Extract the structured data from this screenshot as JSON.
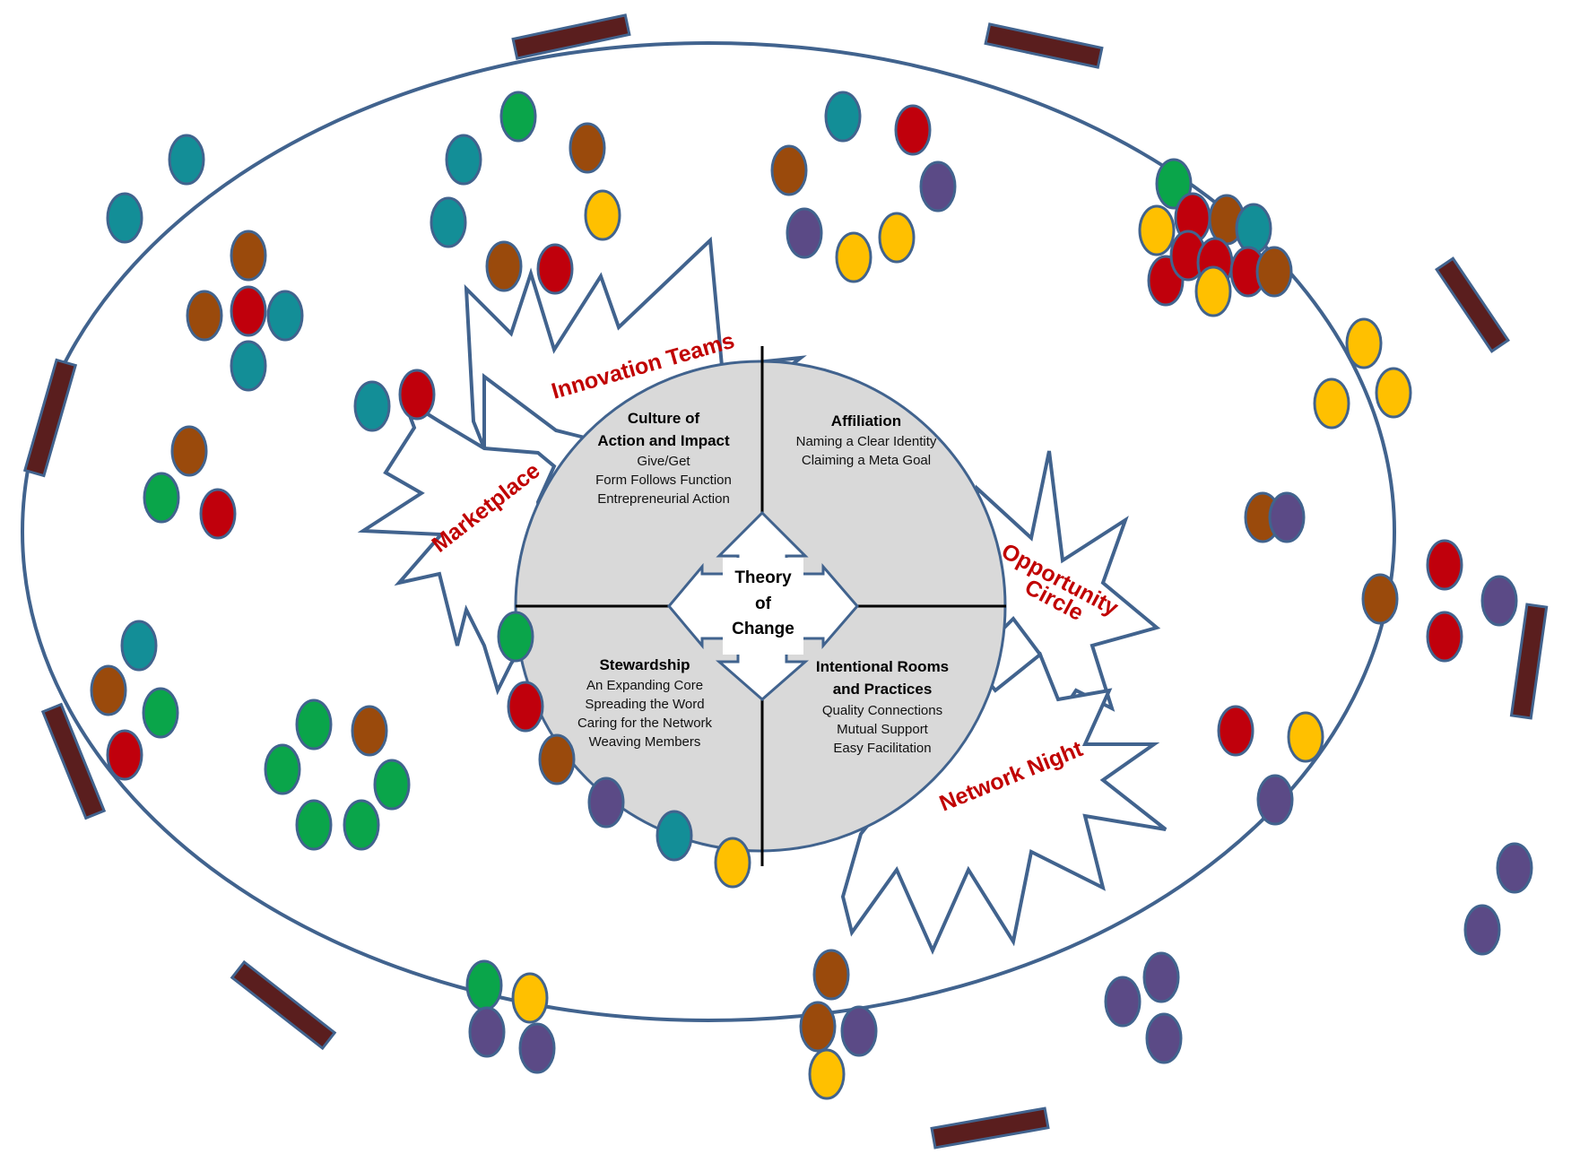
{
  "colors": {
    "outline": "#41638E",
    "bar_fill": "#5A1E1E",
    "circle_fill": "#D9D9D9",
    "label_red": "#C00000",
    "teal": "#138E97",
    "green": "#0AA54A",
    "brown": "#9A4A0C",
    "red": "#C0000C",
    "yellow": "#FFC000",
    "purple": "#5B4A86"
  },
  "labels": {
    "innovation_teams": "Innovation Teams",
    "marketplace": "Marketplace",
    "opportunity_circle_1": "Opportunity",
    "opportunity_circle_2": "Circle",
    "network_night": "Network Night"
  },
  "quadrants": {
    "culture": {
      "title1": "Culture of",
      "title2": "Action and Impact",
      "lines": [
        "Give/Get",
        "Form Follows Function",
        "Entrepreneurial Action"
      ]
    },
    "affiliation": {
      "title1": "Affiliation",
      "lines": [
        "Naming a  Clear Identity",
        "Claiming a Meta Goal"
      ]
    },
    "stewardship": {
      "title1": "Stewardship",
      "lines": [
        "An Expanding Core",
        "Spreading the Word",
        "Caring for the  Network",
        "Weaving Members"
      ]
    },
    "rooms": {
      "title1": "Intentional Rooms",
      "title2": "and Practices",
      "lines": [
        "Quality Connections",
        "Mutual Support",
        "Easy Facilitation"
      ]
    }
  },
  "theory_of_change": [
    "Theory",
    "of",
    "Change"
  ]
}
